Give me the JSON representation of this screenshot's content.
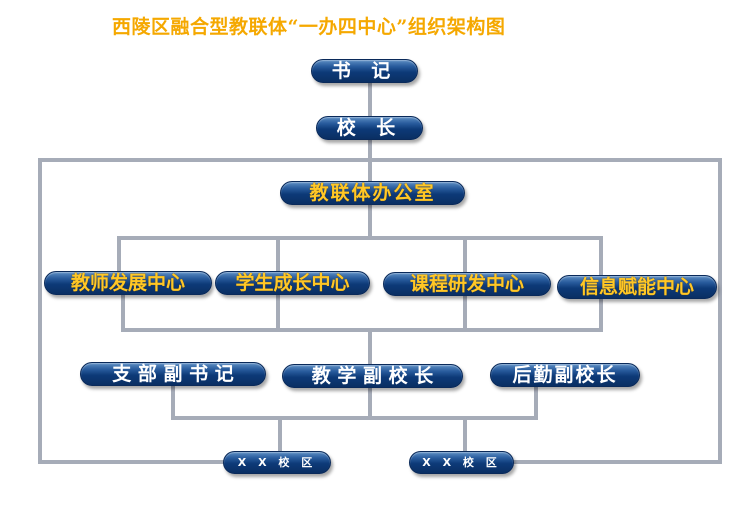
{
  "title": "西陵区融合型教联体“一办四中心”组织架构图",
  "nodes": {
    "secretary": "书  记",
    "principal": "校  长",
    "office": "教联体办公室",
    "center_teacher": "教师发展中心",
    "center_student": "学生成长中心",
    "center_curriculum": "课程研发中心",
    "center_info": "信息赋能中心",
    "deputy_party_secretary": "支 部 副 书 记",
    "deputy_principal_teaching": "教 学 副 校 长",
    "deputy_principal_logistics": "后勤副校长",
    "campus_1": "X X 校 区",
    "campus_2": "X X 校 区"
  },
  "colors": {
    "title": "#f5a800",
    "pill_dark": "#0d3a78",
    "pill_light": "#5e8fc4",
    "gold_text": "#ffc726",
    "line": "#a6acb8"
  }
}
